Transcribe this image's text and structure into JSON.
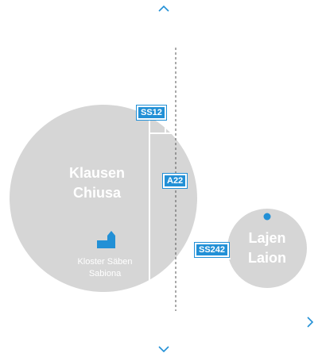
{
  "navigation": {
    "up_icon": "chevron-up-icon",
    "down_icon": "chevron-down-icon",
    "right_icon": "chevron-right-icon"
  },
  "towns": {
    "klausen": {
      "name_de": "Klausen",
      "name_it": "Chiusa"
    },
    "lajen": {
      "name_de": "Lajen",
      "name_it": "Laion"
    }
  },
  "places": {
    "kloster": {
      "name_de": "Kloster Säben",
      "name_it": "Sabiona",
      "icon": "monastery-icon"
    }
  },
  "roads": {
    "ss12": "SS12",
    "a22": "A22",
    "ss242": "SS242"
  },
  "colors": {
    "circle_fill": "#d6d6d6",
    "accent_blue": "#2290d6",
    "chevron": "#2290d6",
    "road_line": "#ffffff",
    "dashed_line": "#555555"
  }
}
